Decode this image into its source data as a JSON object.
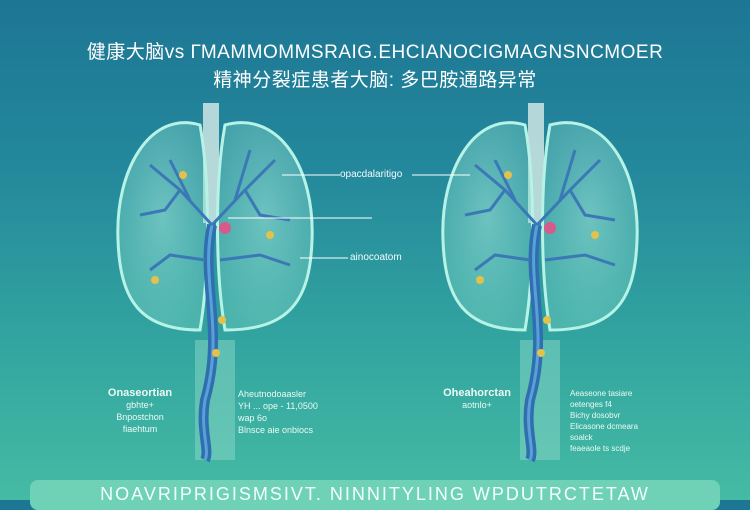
{
  "title_line1": "健康大脑vs ГМAMMOMMSRAIG.EHCIANOCIGMAGNSNCMOER",
  "title_line2": "精神分裂症患者大脑: 多巴胺通路异常",
  "callouts": {
    "upper": "opacdalaritigo",
    "lower": "ainocoatom"
  },
  "left_panel": {
    "heading": "Onaseortian",
    "sub": [
      "gbhte+",
      "Bnpostchon",
      "fiaehtum"
    ],
    "notes": [
      "Aheutnodoaasler",
      "YH ... ope - 11,0500",
      "wap 6o",
      "Blnsce aie onbiocs"
    ]
  },
  "right_panel": {
    "heading": "Oheahorctan",
    "sub": [
      "aotnlo+"
    ],
    "notes": [
      "Aeaseone tasiare",
      "oetenges f4",
      "Bichy dosobvr",
      "Elicasone dcmeara",
      "soalck",
      "feaeaole ts scdje"
    ]
  },
  "banner_text": "NOAVRIPRIGISMSIVT. NINNITYLING WPDUTRCTETAW",
  "colors": {
    "bg_top": "#1d7694",
    "bg_bottom": "#45bba4",
    "vessel": "#2f6fb0",
    "lung": "#8fe0d0"
  }
}
